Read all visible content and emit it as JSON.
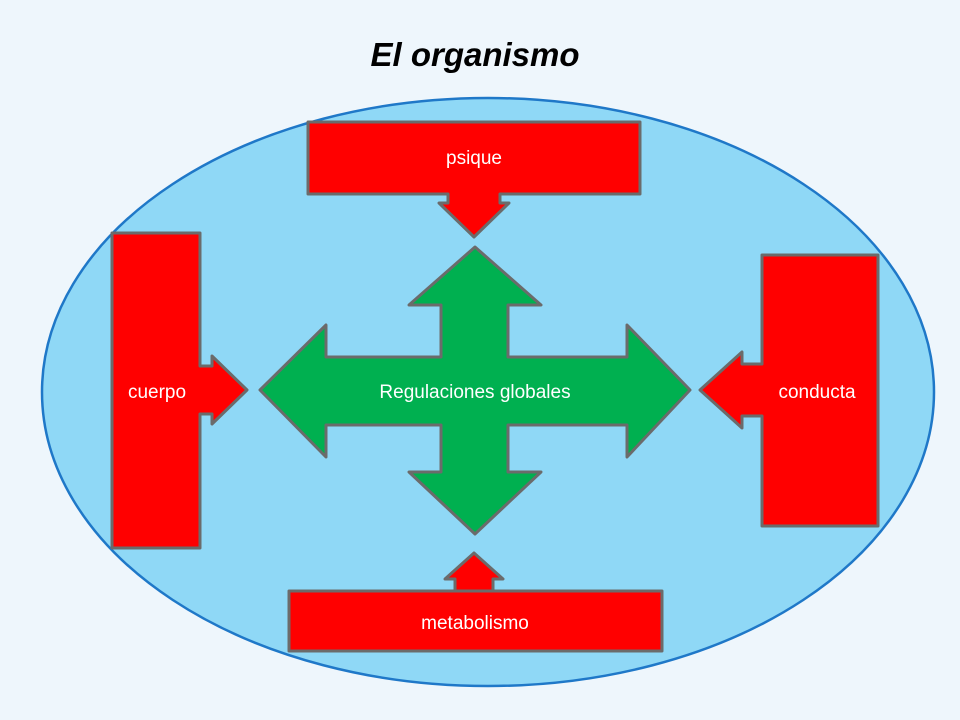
{
  "title": "El organismo",
  "nodes": {
    "top": "psique",
    "left": "cuerpo",
    "right": "conducta",
    "bottom": "metabolismo",
    "center": "Regulaciones globales"
  },
  "colors": {
    "background": "#eef6fc",
    "ellipse_fill": "#8fd8f6",
    "ellipse_stroke": "#1f78c8",
    "box_fill": "#ff0000",
    "box_stroke": "#6b6b6b",
    "cross_fill": "#00b050",
    "cross_stroke": "#6b6b6b"
  }
}
